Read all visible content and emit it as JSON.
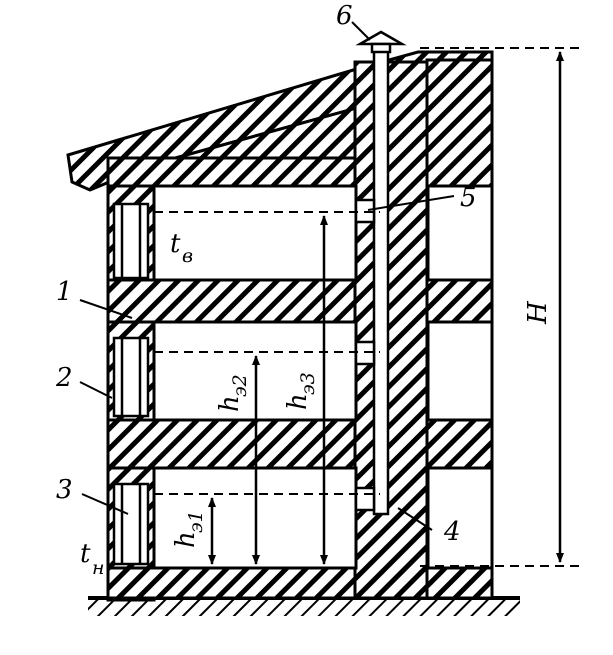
{
  "figure": {
    "callouts": {
      "c1": "1",
      "c2": "2",
      "c3": "3",
      "c4": "4",
      "c5": "5",
      "c6": "6"
    },
    "symbols": {
      "t_inside": "t",
      "t_inside_sub": "в",
      "t_outside": "t",
      "t_outside_sub": "н",
      "h_e1": "h",
      "h_e1_sub": "э1",
      "h_e2": "h",
      "h_e2_sub": "э2",
      "h_e3": "h",
      "h_e3_sub": "э3",
      "H": "H"
    }
  }
}
